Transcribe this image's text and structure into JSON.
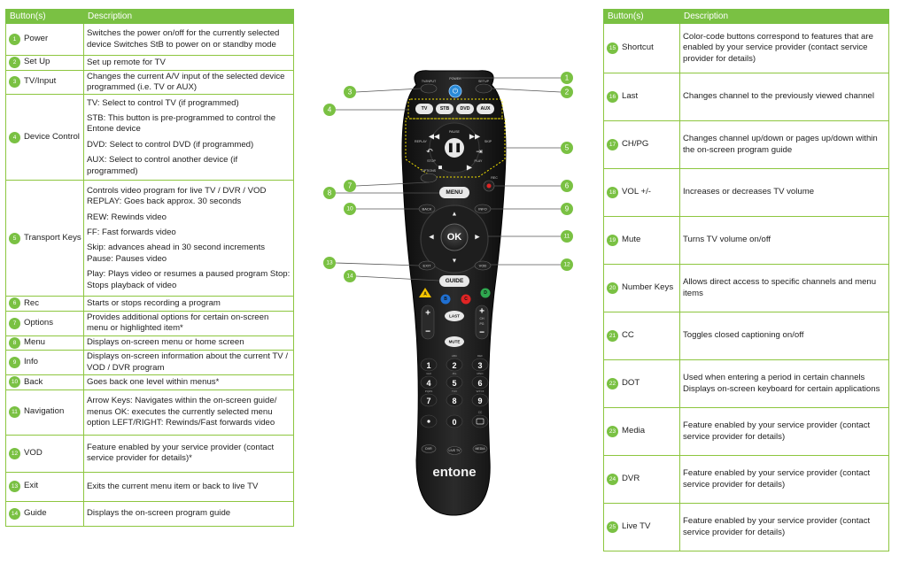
{
  "headers": {
    "button": "Button(s)",
    "description": "Description"
  },
  "left_rows": [
    {
      "num": "1",
      "name": "Power",
      "desc": [
        "Switches the power on/off for the currently selected device Switches StB to power on or standby mode"
      ],
      "h": 36
    },
    {
      "num": "2",
      "name": "Set Up",
      "desc": [
        "Set up remote for TV"
      ],
      "h": 15
    },
    {
      "num": "3",
      "name": "TV/Input",
      "desc": [
        "Changes the current A/V input of the selected device programmed (i.e. TV or AUX)"
      ],
      "h": 24
    },
    {
      "num": "4",
      "name": "Device Control",
      "desc": [
        "TV: Select to control TV (if programmed)",
        "STB: This button is pre-programmed to control the Entone device",
        "DVD: Select to control DVD (if programmed)",
        "AUX: Select to control another device (if programmed)"
      ],
      "h": 97
    },
    {
      "num": "5",
      "name": "Transport Keys",
      "desc": [
        "Controls video program for live TV / DVR / VOD REPLAY: Goes back approx. 30 seconds",
        "REW: Rewinds video",
        "FF: Fast forwards video",
        "Skip: advances ahead in 30 second increments Pause: Pauses video",
        "Play: Plays video or resumes a paused program Stop: Stops playback of video"
      ],
      "h": 131
    },
    {
      "num": "6",
      "name": "Rec",
      "desc": [
        "Starts or stops recording a program"
      ],
      "h": 15
    },
    {
      "num": "7",
      "name": "Options",
      "desc": [
        "Provides additional options for certain on-screen menu or highlighted item*"
      ],
      "h": 24
    },
    {
      "num": "8",
      "name": "Menu",
      "desc": [
        "Displays on-screen menu or home screen"
      ],
      "h": 15
    },
    {
      "num": "9",
      "name": "Info",
      "desc": [
        "Displays on-screen information about the current TV / VOD / DVR program"
      ],
      "h": 24
    },
    {
      "num": "10",
      "name": "Back",
      "desc": [
        "Goes back one level within menus*"
      ],
      "h": 15
    },
    {
      "num": "11",
      "name": "Navigation",
      "desc": [
        "Arrow Keys: Navigates within the on-screen guide/ menus OK: executes the currently selected menu option LEFT/RIGHT: Rewinds/Fast forwards video"
      ],
      "h": 51
    },
    {
      "num": "12",
      "name": "VOD",
      "desc": [
        "Feature enabled by your service provider (contact service provider for details)*"
      ],
      "h": 42
    },
    {
      "num": "13",
      "name": "Exit",
      "desc": [
        "Exits the current menu item or back to live TV"
      ],
      "h": 33
    },
    {
      "num": "14",
      "name": "Guide",
      "desc": [
        "Displays the on-screen program guide"
      ],
      "h": 28
    }
  ],
  "right_rows": [
    {
      "num": "15",
      "name": "Shortcut",
      "desc": [
        "Color-code buttons correspond to features that are enabled by your service provider (contact service provider for details)"
      ],
      "h": 56
    },
    {
      "num": "16",
      "name": "Last",
      "desc": [
        "Changes channel to the previously viewed channel"
      ],
      "h": 54
    },
    {
      "num": "17",
      "name": "CH/PG",
      "desc": [
        "Changes channel up/down or pages up/down within the on-screen program guide"
      ],
      "h": 54
    },
    {
      "num": "18",
      "name": "VOL +/-",
      "desc": [
        "Increases or decreases TV volume"
      ],
      "h": 54
    },
    {
      "num": "19",
      "name": "Mute",
      "desc": [
        "Turns TV volume on/off"
      ],
      "h": 54
    },
    {
      "num": "20",
      "name": "Number Keys",
      "desc": [
        "Allows direct access to specific channels and menu items"
      ],
      "h": 54
    },
    {
      "num": "21",
      "name": "CC",
      "desc": [
        "Toggles closed captioning on/off"
      ],
      "h": 54
    },
    {
      "num": "22",
      "name": "DOT",
      "desc": [
        "Used when entering a period in certain channels Displays on-screen keyboard for certain applications"
      ],
      "h": 54
    },
    {
      "num": "23",
      "name": "Media",
      "desc": [
        "Feature enabled by your service provider (contact service provider for details)"
      ],
      "h": 54
    },
    {
      "num": "24",
      "name": "DVR",
      "desc": [
        "Feature enabled by your service provider (contact service provider for details)"
      ],
      "h": 54
    },
    {
      "num": "25",
      "name": "Live TV",
      "desc": [
        "Feature enabled by your service provider (contact service provider for details)"
      ],
      "h": 54
    }
  ],
  "remote": {
    "brand": "entone",
    "power_label": "POWER",
    "tvinput_label": "TV/INPUT",
    "setup_label": "SETUP",
    "tv": "TV",
    "stb": "STB",
    "dvd": "DVD",
    "aux": "AUX",
    "replay": "REPLAY",
    "skip": "SKIP",
    "pause": "PAUSE",
    "stop": "STOP",
    "play": "PLAY",
    "options": "OPTIONS",
    "rec": "REC",
    "menu": "MENU",
    "back": "BACK",
    "info": "INFO",
    "ok": "OK",
    "exit": "EXIT",
    "vod": "VOD",
    "guide": "GUIDE",
    "last": "LAST",
    "mute": "MUTE",
    "ch": "CH",
    "pg": "PG",
    "digits": [
      "1",
      "2",
      "3",
      "4",
      "5",
      "6",
      "7",
      "8",
      "9",
      "0"
    ],
    "key_letters": [
      "",
      "ABC",
      "DEF",
      "GHI",
      "JKL",
      "MNO",
      "PQRS",
      "TUV",
      "WXYZ"
    ],
    "cc": "CC",
    "dvr": "DVR",
    "livetv": "LIVE TV",
    "media": "MEDIA",
    "color_keys": [
      {
        "symbol": "A",
        "color": "#f5c400"
      },
      {
        "symbol": "B",
        "color": "#1f6fd1"
      },
      {
        "symbol": "C",
        "color": "#e02424"
      },
      {
        "symbol": "D",
        "color": "#2fa84f"
      }
    ]
  },
  "callouts": [
    "1",
    "2",
    "3",
    "4",
    "5",
    "6",
    "7",
    "8",
    "9",
    "10",
    "11",
    "12",
    "13",
    "14"
  ],
  "colors": {
    "accent": "#7ac143",
    "body": "#1b1b1b",
    "power": "#2a8bd8",
    "rec": "#e02424"
  }
}
